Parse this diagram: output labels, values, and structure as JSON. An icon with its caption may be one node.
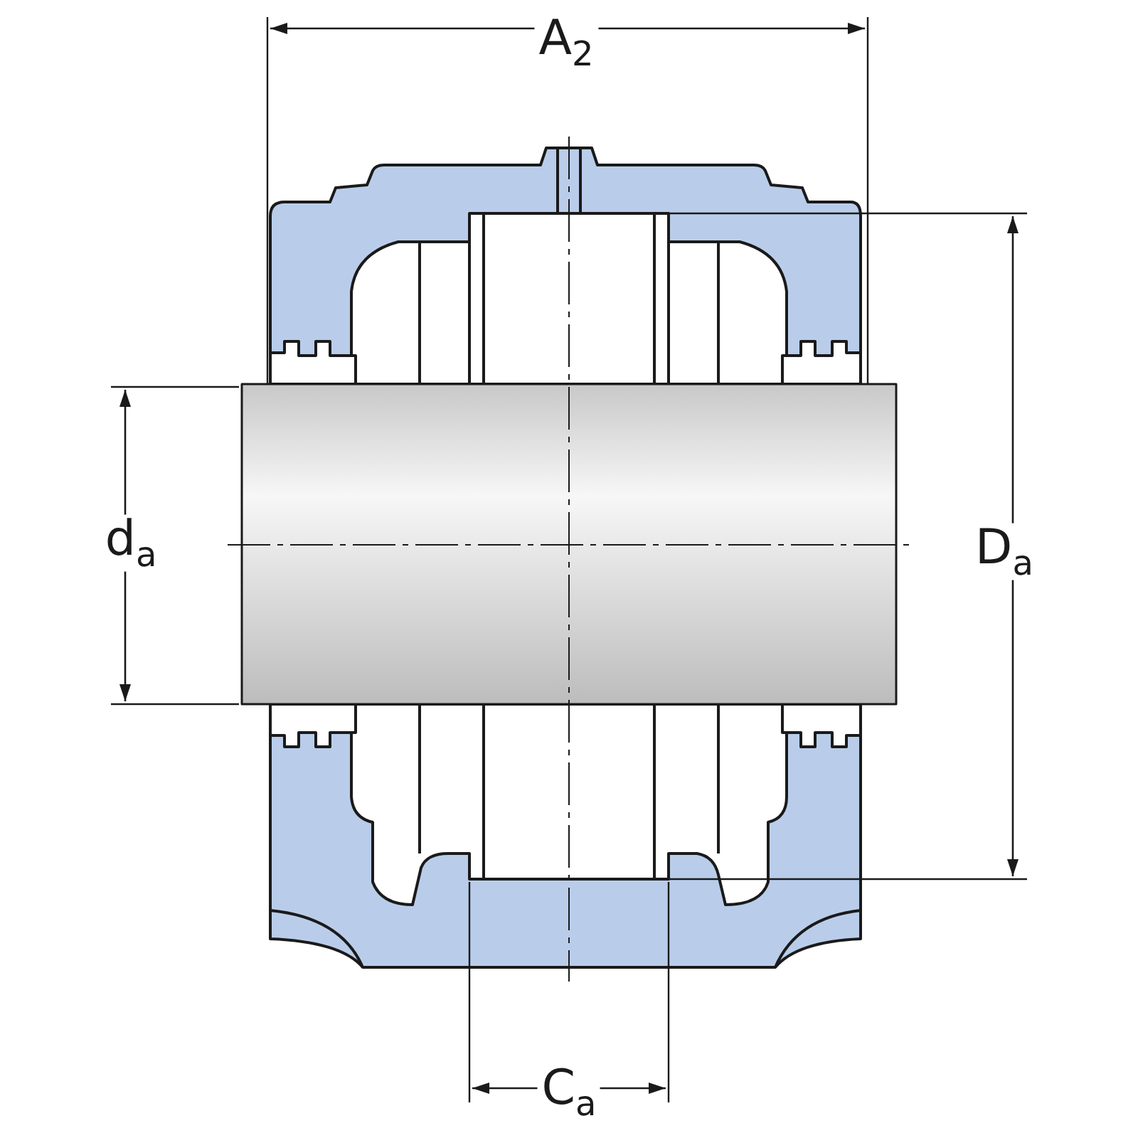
{
  "diagram": {
    "labels": [
      "A$_{2}$",
      "d$_{a}$",
      "D$_{a}$",
      "C$_{a}$"
    ]
  }
}
